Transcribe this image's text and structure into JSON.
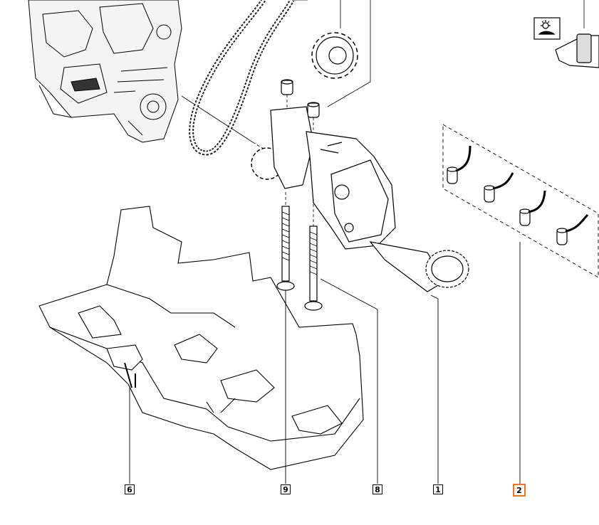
{
  "callouts": [
    {
      "id": "6",
      "label": "6",
      "active": false
    },
    {
      "id": "9",
      "label": "9",
      "active": false
    },
    {
      "id": "8",
      "label": "8",
      "active": false
    },
    {
      "id": "1",
      "label": "1",
      "active": false
    },
    {
      "id": "2",
      "label": "2",
      "active": true
    }
  ],
  "colors": {
    "line": "#000000",
    "highlight": "#e8742a",
    "background": "#ffffff"
  },
  "icons": [
    "engine-drawing",
    "timing-chain",
    "sprocket",
    "oil-pump",
    "oil-pan-baffle",
    "bolt",
    "oil-spray-jets",
    "oil-pressure-switch",
    "oil-pressure-warning-icon"
  ]
}
